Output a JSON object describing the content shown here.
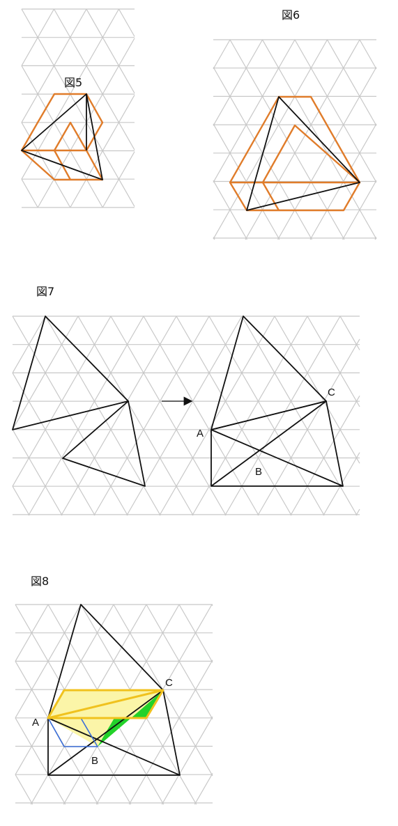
{
  "figures": {
    "fig5": {
      "label": "図5"
    },
    "fig6": {
      "label": "図6"
    },
    "fig7": {
      "label": "図7",
      "points": {
        "A": "A",
        "B": "B",
        "C": "C"
      }
    },
    "fig8": {
      "label": "図8",
      "points": {
        "A": "A",
        "B": "B",
        "C": "C"
      }
    }
  },
  "colors": {
    "grid": "#c8c8c8",
    "hexagon": "#e07c2a",
    "triangle": "#111111",
    "highlight_yellow": "#f0c21e",
    "highlight_green": "#22d22a",
    "outline_blue": "#3a6ed8"
  }
}
